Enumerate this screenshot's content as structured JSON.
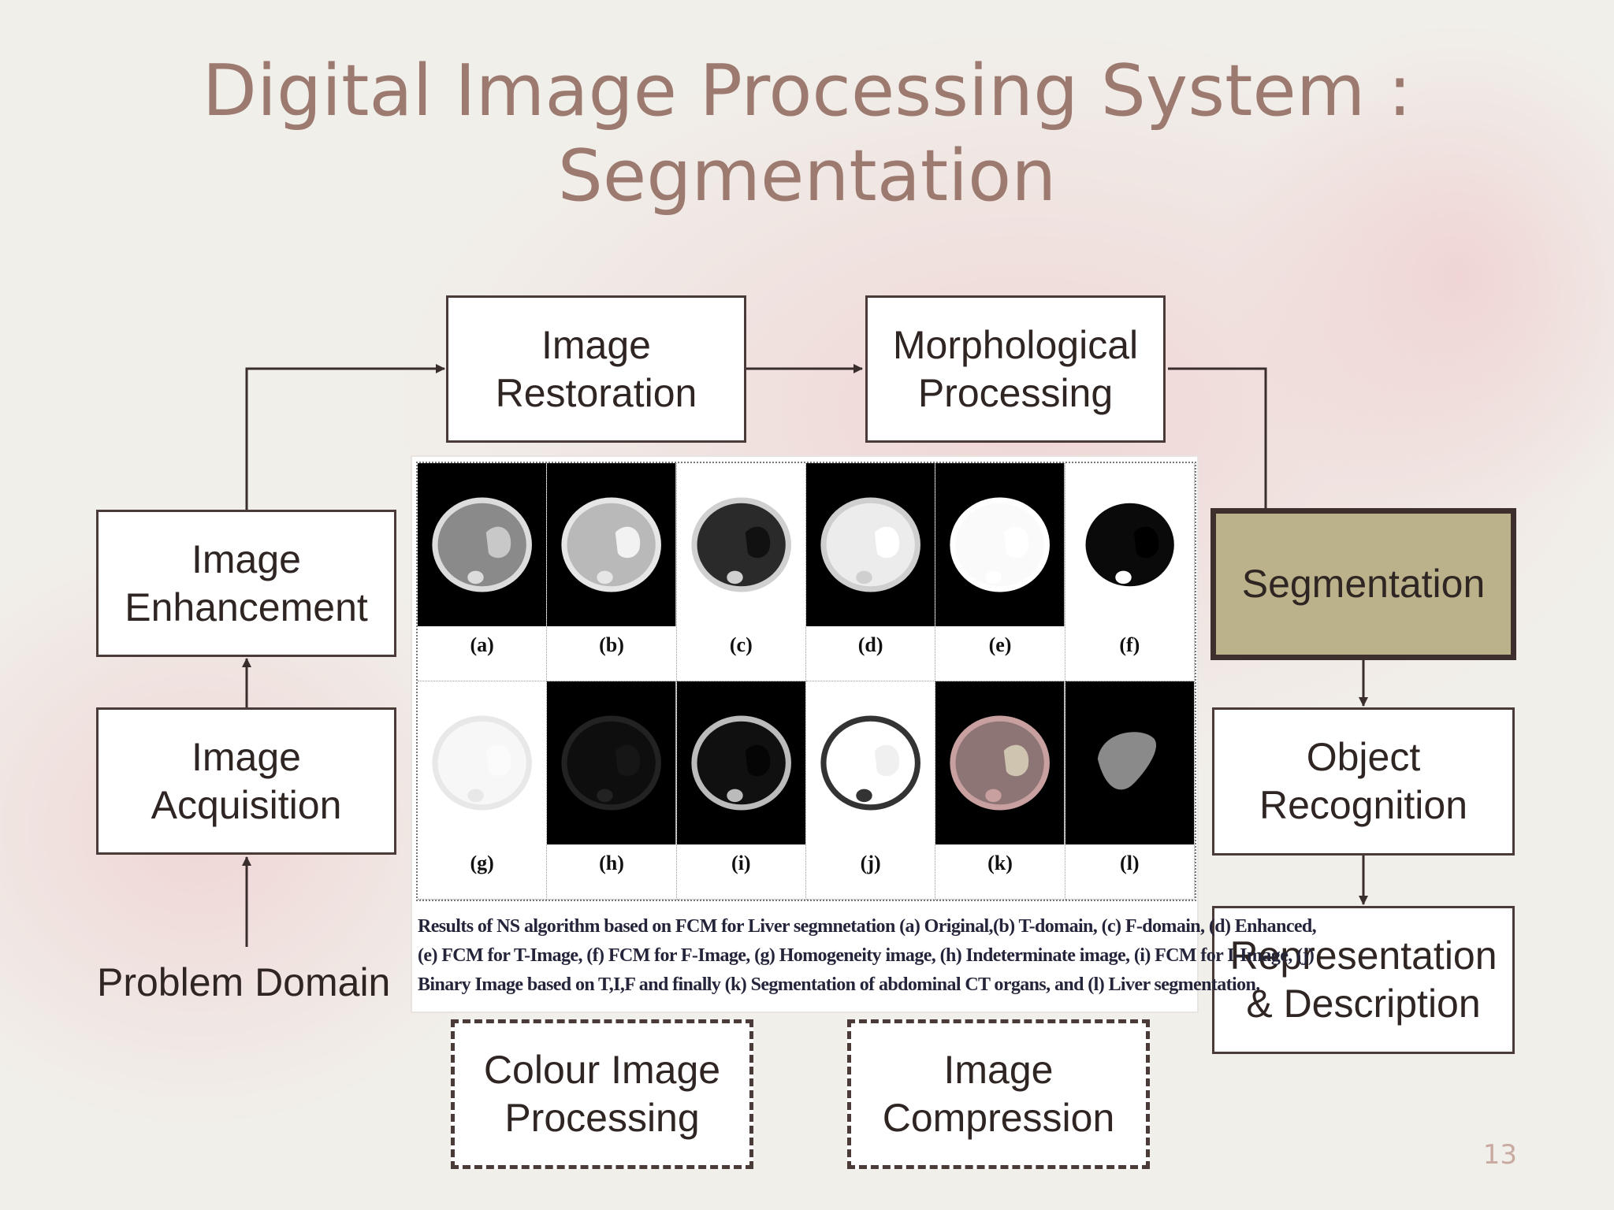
{
  "slide": {
    "title": "Digital Image Processing System : Segmentation",
    "page_number": "13"
  },
  "boxes": {
    "image_restoration": "Image Restoration",
    "morphological_processing": "Morphological Processing",
    "image_enhancement": "Image Enhancement",
    "image_acquisition": "Image Acquisition",
    "segmentation": "Segmentation",
    "object_recognition": "Object Recognition",
    "representation_description": "Representation & Description",
    "colour_image_processing": "Colour Image Processing",
    "image_compression": "Image Compression"
  },
  "problem_domain": "Problem Domain",
  "figure": {
    "panel_labels": [
      "(a)",
      "(b)",
      "(c)",
      "(d)",
      "(e)",
      "(f)",
      "(g)",
      "(h)",
      "(i)",
      "(j)",
      "(k)",
      "(l)"
    ],
    "caption_lines": [
      "Results of NS algorithm based on FCM for Liver segmnetation (a) Original,(b) T-domain, (c) F-domain, (d) Enhanced,",
      "(e) FCM for  T-Image, (f) FCM for F-Image, (g) Homogeneity image, (h) Indeterminate image, (i) FCM for I-Image, (j)",
      "Binary Image based on T,I,F and finally (k) Segmentation of abdominal CT organs, and (l) Liver segmentation."
    ]
  },
  "colors": {
    "title": "#9c7a70",
    "highlight_box": "#bbb28b",
    "border": "#4a3a38"
  }
}
